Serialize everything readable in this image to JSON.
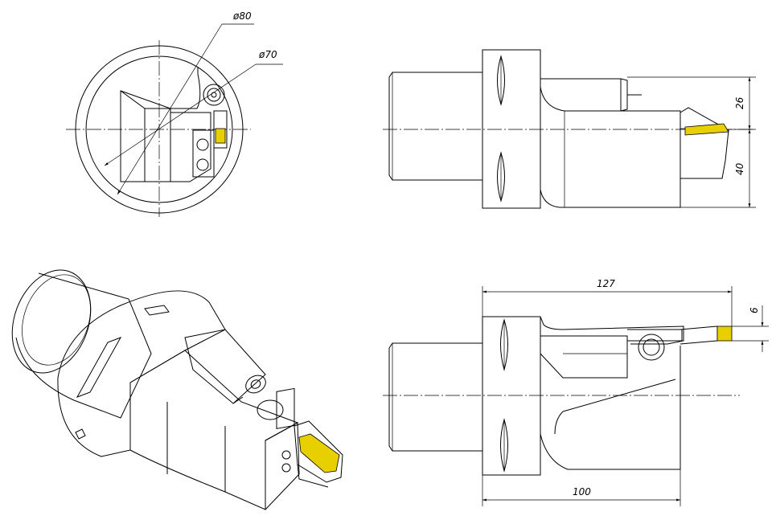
{
  "dimensions": {
    "d80": "ø80",
    "d70": "ø70",
    "h26": "26",
    "h40": "40",
    "l127": "127",
    "w6": "6",
    "l100": "100"
  },
  "colors": {
    "insert": "#e8d000",
    "line": "#000000",
    "background": "#ffffff"
  }
}
